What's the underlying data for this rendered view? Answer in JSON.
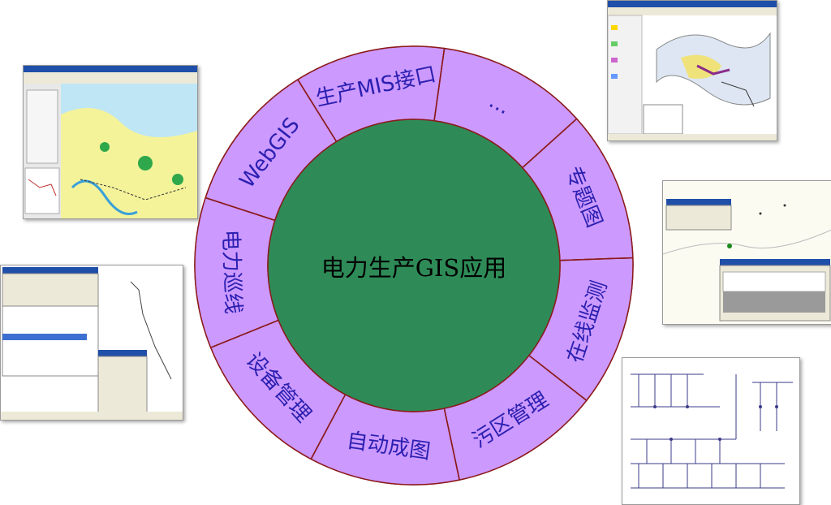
{
  "title": "电力生产GIS应用",
  "segments": [
    {
      "label": "电力巡线"
    },
    {
      "label": "WebGIS"
    },
    {
      "label": "生产MIS接口"
    },
    {
      "label": "..."
    },
    {
      "label": "专题图"
    },
    {
      "label": "在线监测"
    },
    {
      "label": "污区管理"
    },
    {
      "label": "自动成图"
    },
    {
      "label": "设备管理"
    }
  ],
  "colors": {
    "segment_fill": "#cc99ff",
    "center_fill": "#2e8b57",
    "divider": "#8b1a1a",
    "label_text": "#2b1fb0"
  }
}
